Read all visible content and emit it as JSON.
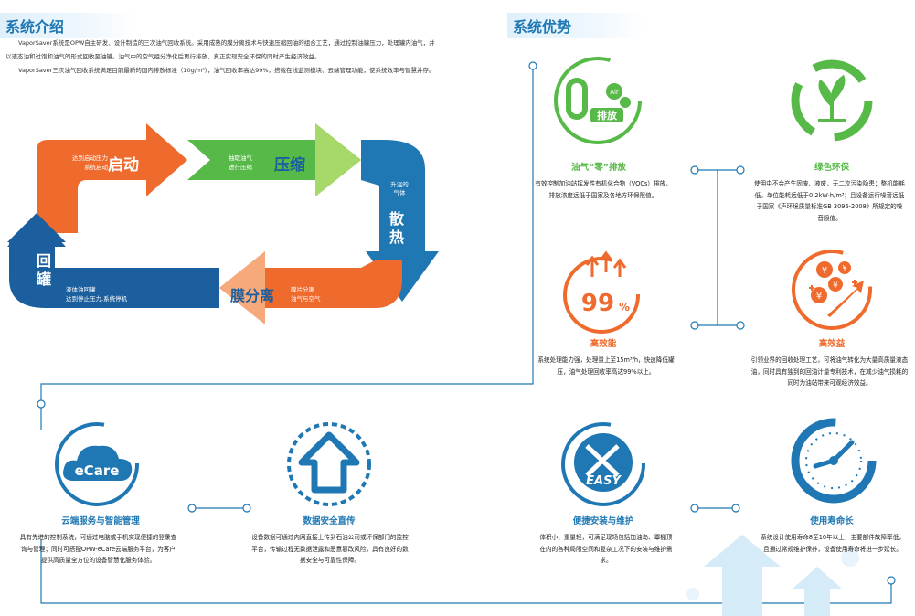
{
  "left_title": "系统介绍",
  "right_title": "系统优势",
  "intro": {
    "p1": "VaporSaver系统是OPW自主研发、设计制造的三次油气回收系统。采用成熟的膜分离技术与快速压缩回油的组合工艺，通过控制油罐压力，处理罐内油气，并以液态油和过饱和油气的形式回收至油罐。油气中的空气组分净化后再行排放，真正实现安全环保的同时产生经济效益。",
    "p2": "VaporSaver三次油气回收系统满足目前最新的国内排放标准（10g/m³），油气回收率高达99%，搭载在线监测模块、云端管理功能，使系统效率与智慧并存。"
  },
  "cycle": {
    "start": {
      "title": "启动",
      "desc1": "达到启动压力",
      "desc2": "系统启动"
    },
    "compress": {
      "title": "压缩",
      "desc1": "抽取油气",
      "desc2": "进行压缩"
    },
    "disperse": {
      "title": "散热",
      "desc1": "气体",
      "desc2": "升温的"
    },
    "membrane": {
      "title": "膜分离",
      "desc1": "膜片分离",
      "desc2": "油气与空气"
    },
    "return": {
      "title": "回罐",
      "desc1": "液体油回罐",
      "desc2": "达到停止压力,系统停机"
    }
  },
  "features": {
    "zero": {
      "icon_text": "0",
      "air": "Air",
      "badge": "排放",
      "title": "油气“零”排放",
      "desc": "有效控制加油站挥发性有机化合物（VOCs）排放，排放浓度远低于国家及各地方环保限值。"
    },
    "green": {
      "title": "绿色环保",
      "desc": "使用中不会产生固废、液废，无二次污染隐患；整机能耗低，单位能耗远低于0.2kW·h/m³；且设备运行噪音远低于国家《声环境质量标准GB 3096-2008》所规定的噪音限值。"
    },
    "efficiency": {
      "icon_text": "99%",
      "title": "高效能",
      "desc": "系统处理能力强，处理量上至15m³/h，快速降低罐压，油气处理回收率高达99%以上。"
    },
    "benefit": {
      "title": "高效益",
      "desc": "引领业界的回收处理工艺，可将油气转化为大量高质量液态油，同时具有独到的回油计量专利技术，在减少油气损耗的同时为油站带来可观经济效益。"
    },
    "cloud": {
      "icon_text": "eCare",
      "title": "云端服务与智能管理",
      "desc": "具有先进的控制系统，可通过电脑或手机实现便捷的登录查询与管理；同时可搭配OPW-eCare云端服务平台，为客户提供高质量全方位的设备智慧化服务体验。"
    },
    "security": {
      "title": "数据安全直传",
      "desc": "设备数据可通过内网直接上传到石油公司或环保部门的监控平台，传输过程无数据泄露和恶意篡改风险，具有良好的数据安全与可靠性保障。"
    },
    "install": {
      "icon_text": "EASY",
      "title": "便捷安装与维护",
      "desc": "体积小、重量轻，可满足现场包括加油岛、罩棚顶在内的各种局限空间和复杂工况下的安装与维护需求。"
    },
    "lifespan": {
      "title": "使用寿命长",
      "desc": "系统设计使用寿命8至10年以上，主要部件故障率低，且通过常规维护保养，设备使用寿命将进一步延长。"
    }
  },
  "colors": {
    "blue": "#1f78b4",
    "green": "#57b947",
    "orange": "#ef6a2d",
    "dark_blue": "#1b5f9e",
    "light_orange": "#f6a97a",
    "light_green": "#a6d96a"
  }
}
